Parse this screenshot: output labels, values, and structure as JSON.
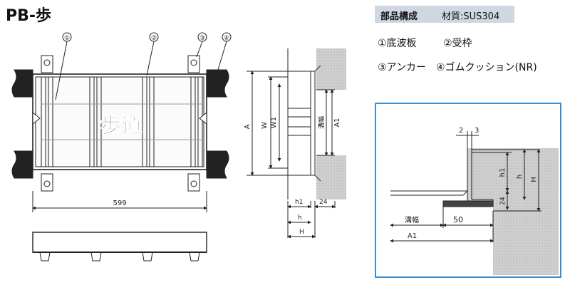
{
  "header": {
    "title": "PB-歩"
  },
  "spec": {
    "heading": "部品構成",
    "material": "材質:SUS304"
  },
  "parts": [
    {
      "label": "①底波板"
    },
    {
      "label": "②受枠"
    },
    {
      "label": "③アンカー"
    },
    {
      "label": "④ゴムクッション(NR)"
    }
  ],
  "plan_view": {
    "callouts": [
      "①",
      "②",
      "③",
      "④"
    ],
    "surface_text": "歩道",
    "width_dim": "599"
  },
  "section_view": {
    "dims": {
      "A": "A",
      "W": "W",
      "W1": "W1",
      "slot": "溝幅",
      "A1": "A1",
      "h1": "h1",
      "gap": "24",
      "h": "h",
      "H": "H"
    }
  },
  "detail_view": {
    "dims": {
      "two": "2",
      "three": "3",
      "h1": "h1",
      "h": "h",
      "H": "H",
      "twentyfour": "24",
      "slot": "溝幅",
      "fifty": "50",
      "A1": "A1"
    }
  },
  "colors": {
    "accent_frame": "#3b8fd0",
    "spec_bg": "#cfd8e2",
    "hatch": "#bfbfbf"
  }
}
